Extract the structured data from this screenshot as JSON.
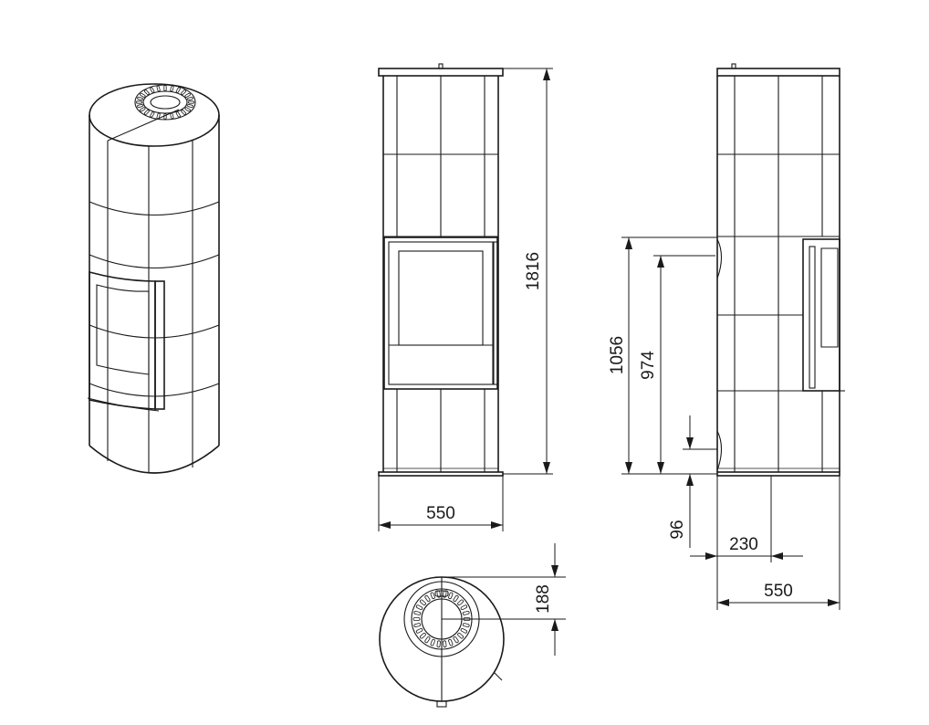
{
  "dimensions": {
    "front_height": "1816",
    "front_width": "550",
    "side_height_total": "1056",
    "side_height_inner": "974",
    "side_offset_bottom": "96",
    "side_depth": "230",
    "side_width": "550",
    "top_offset": "188"
  },
  "colors": {
    "line": "#1a1a1a",
    "background": "#ffffff"
  }
}
